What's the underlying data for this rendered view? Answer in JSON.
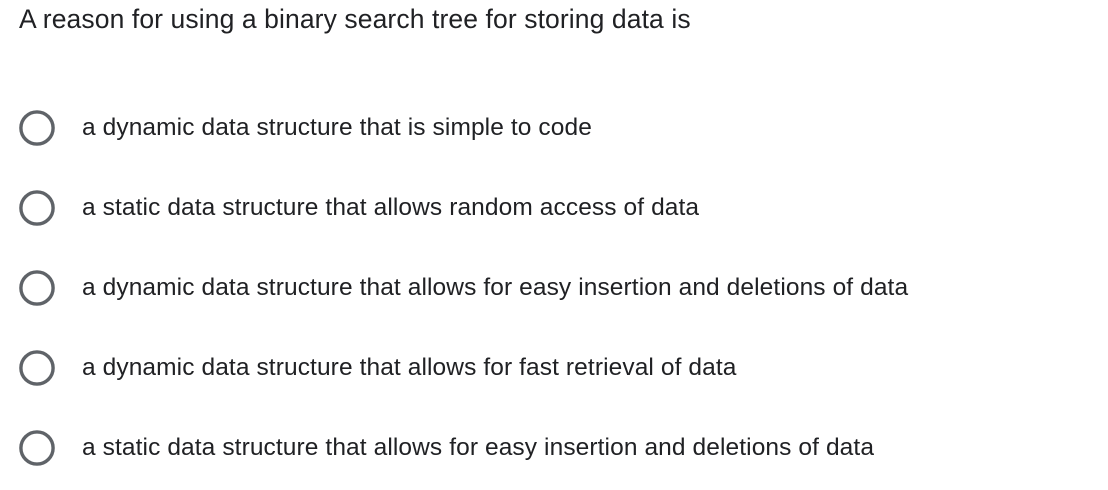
{
  "question": {
    "title": "A reason for using a binary search tree for storing data is",
    "title_color": "#202124"
  },
  "options": [
    {
      "label": "a dynamic data structure that is simple to code",
      "selected": false,
      "icon": "radio-unchecked-icon"
    },
    {
      "label": "a static data structure that allows random access of data",
      "selected": false,
      "icon": "radio-unchecked-icon"
    },
    {
      "label": "a dynamic data structure that allows for easy insertion and deletions of data",
      "selected": false,
      "icon": "radio-unchecked-icon"
    },
    {
      "label": "a dynamic data structure that allows for fast retrieval of data",
      "selected": false,
      "icon": "radio-unchecked-icon"
    },
    {
      "label": "a static data structure that allows for easy insertion and deletions of data",
      "selected": false,
      "icon": "radio-unchecked-icon"
    }
  ],
  "theme": {
    "background": "#ffffff",
    "text": "#202124",
    "radio_outline": "#5F6368"
  }
}
